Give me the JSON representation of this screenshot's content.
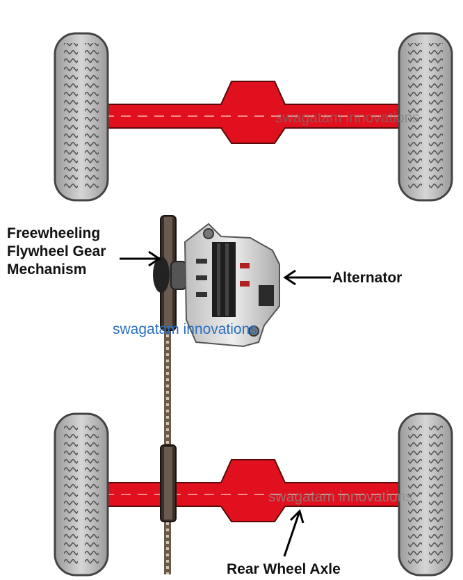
{
  "labels": {
    "freewheel_line1": "Freewheeling",
    "freewheel_line2": "Flywheel Gear",
    "freewheel_line3": "Mechanism",
    "alternator": "Alternator",
    "rear_axle": "Rear Wheel Axle"
  },
  "watermarks": {
    "top": "swagatam innovations",
    "middle": "swagatam innovations",
    "bottom": "swagatam innovations"
  },
  "colors": {
    "axle": "#e0101e",
    "axle_outline": "#5a0a0a",
    "tyre": "#c8c8c8",
    "tyre_outline": "#444444",
    "watermark_blue": "#2a6fc0"
  },
  "icons": {
    "wheel": "tyre-icon",
    "alternator": "alternator-icon",
    "chain": "chain-icon",
    "arrow": "arrow-icon"
  }
}
